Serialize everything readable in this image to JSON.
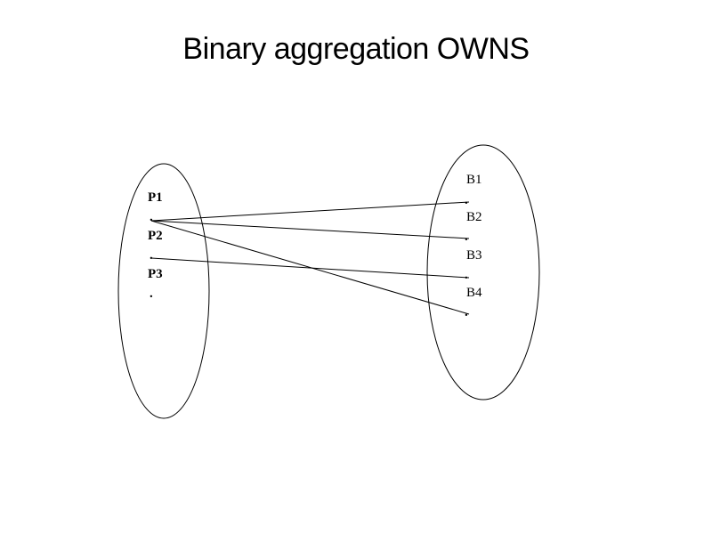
{
  "title": "Binary aggregation OWNS",
  "left_set": {
    "elements": [
      "P1",
      "P2",
      "P3"
    ]
  },
  "right_set": {
    "elements": [
      "B1",
      "B2",
      "B3",
      "B4"
    ]
  },
  "relation": [
    [
      "P1",
      "B1"
    ],
    [
      "P1",
      "B2"
    ],
    [
      "P1",
      "B4"
    ],
    [
      "P2",
      "B3"
    ]
  ]
}
